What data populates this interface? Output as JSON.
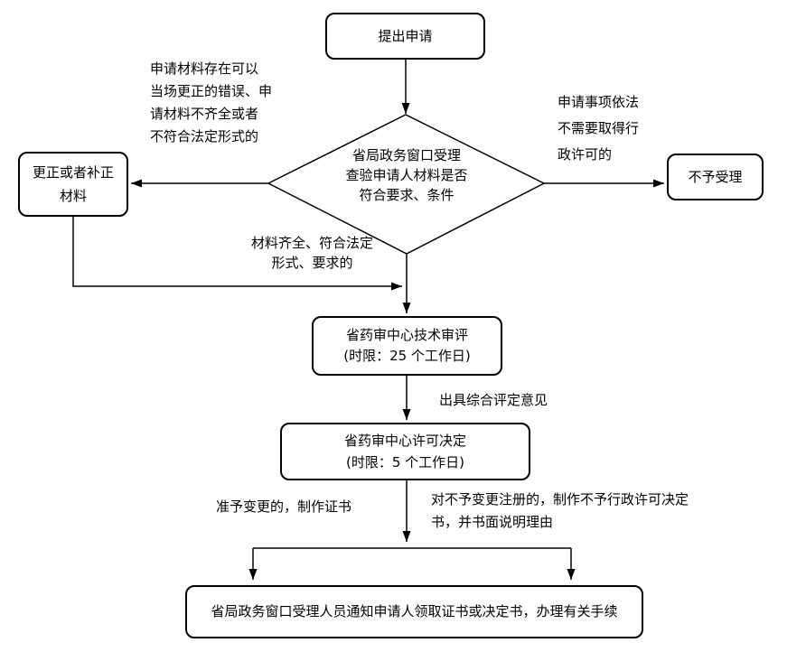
{
  "flowchart": {
    "nodes": {
      "start": {
        "label": "提出申请"
      },
      "decision": {
        "label": "省局政务窗口受理\n查验申请人材料是否\n符合要求、条件"
      },
      "correct": {
        "label": "更正或者补正\n材料"
      },
      "reject": {
        "label": "不予受理"
      },
      "tech_review": {
        "label": "省药审中心技术审评\n(时限：25 个工作日)"
      },
      "license_decision": {
        "label": "省药审中心许可决定\n(时限：5 个工作日)"
      },
      "notify": {
        "label": "省局政务窗口受理人员通知申请人领取证书或决定书，办理有关手续"
      }
    },
    "annotations": {
      "left_condition": "申请材料存在可以\n当场更正的错误、申\n请材料不齐全或者\n不符合法定形式的",
      "right_condition": "申请事项依法\n不需要取得行\n政许可的",
      "complete_condition": "材料齐全、符合法定\n形式、要求的",
      "evaluation_output": "出具综合评定意见",
      "approve_branch": "准予变更的，制作证书",
      "deny_branch": "对不予变更注册的，制作不予行政许可决定\n书，并书面说明理由"
    },
    "colors": {
      "line": "#000000",
      "border": "#000000",
      "background": "#ffffff",
      "text": "#000000"
    }
  }
}
